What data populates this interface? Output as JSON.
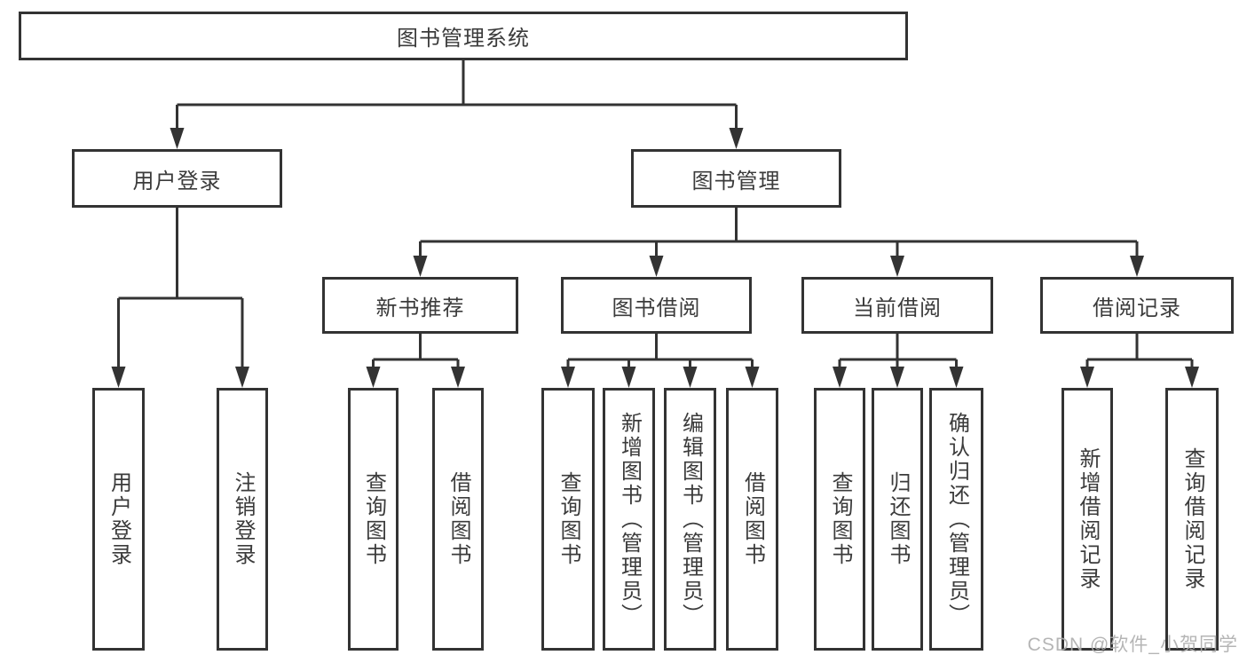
{
  "colors": {
    "line": "#333333",
    "box_border": "#333333",
    "box_fill": "#ffffff",
    "text": "#3b3b3b",
    "watermark": "#aeaeae"
  },
  "watermark": {
    "text": "CSDN @软件_小贺同学"
  },
  "diagram": {
    "root": {
      "label": "图书管理系统"
    },
    "level2": [
      {
        "label": "用户登录",
        "leaves": [
          {
            "label": "用户登录"
          },
          {
            "label": "注销登录"
          }
        ]
      },
      {
        "label": "图书管理",
        "sections": [
          {
            "label": "新书推荐",
            "leaves": [
              {
                "label": "查询图书"
              },
              {
                "label": "借阅图书"
              }
            ]
          },
          {
            "label": "图书借阅",
            "leaves": [
              {
                "label": "查询图书"
              },
              {
                "label": "新增图书（管理员）"
              },
              {
                "label": "编辑图书（管理员）"
              },
              {
                "label": "借阅图书"
              }
            ]
          },
          {
            "label": "当前借阅",
            "leaves": [
              {
                "label": "查询图书"
              },
              {
                "label": "归还图书"
              },
              {
                "label": "确认归还（管理员）"
              }
            ]
          },
          {
            "label": "借阅记录",
            "leaves": [
              {
                "label": "新增借阅记录"
              },
              {
                "label": "查询借阅记录"
              }
            ]
          }
        ]
      }
    ]
  }
}
